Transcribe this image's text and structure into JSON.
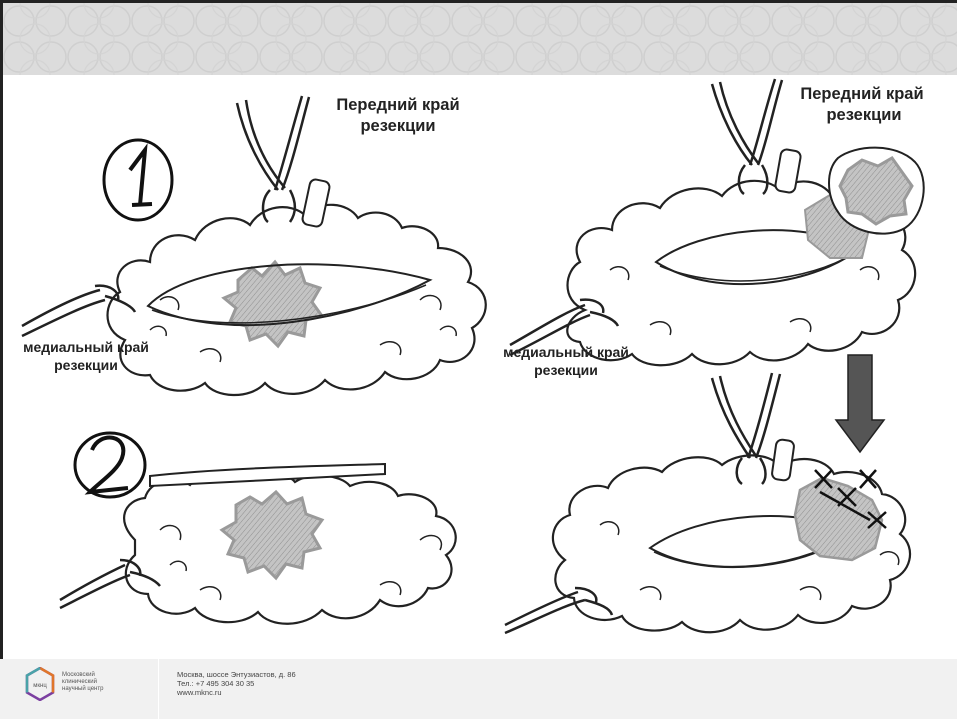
{
  "labels": {
    "front_edge_1": [
      "Передний край",
      "резекции"
    ],
    "front_edge_2": [
      "Передний край",
      "резекции"
    ],
    "medial_edge_1": [
      "медиальный край",
      "резекции"
    ],
    "medial_edge_2": [
      "медиальный край",
      "резекции"
    ],
    "step_1": "1",
    "step_2": "2"
  },
  "footer": {
    "logo_abbrev": "мкнц",
    "org_lines": [
      "Московский",
      "клинический",
      "научный центр"
    ],
    "address": "Москва, шоссе Энтузиастов, д. 86",
    "phone": "Тел.: +7 495 304 30 35",
    "website": "www.mknc.ru"
  },
  "colors": {
    "ink": "#222222",
    "tumor_fill": "#bdbdbd",
    "tumor_rim": "#9a9a9a",
    "header_band": "#dcdcdc",
    "footer_bg": "#f1f1f1"
  },
  "icons": [
    "suture-ties",
    "arrow-down-icon",
    "specimen-cloud",
    "tumor-blob"
  ]
}
